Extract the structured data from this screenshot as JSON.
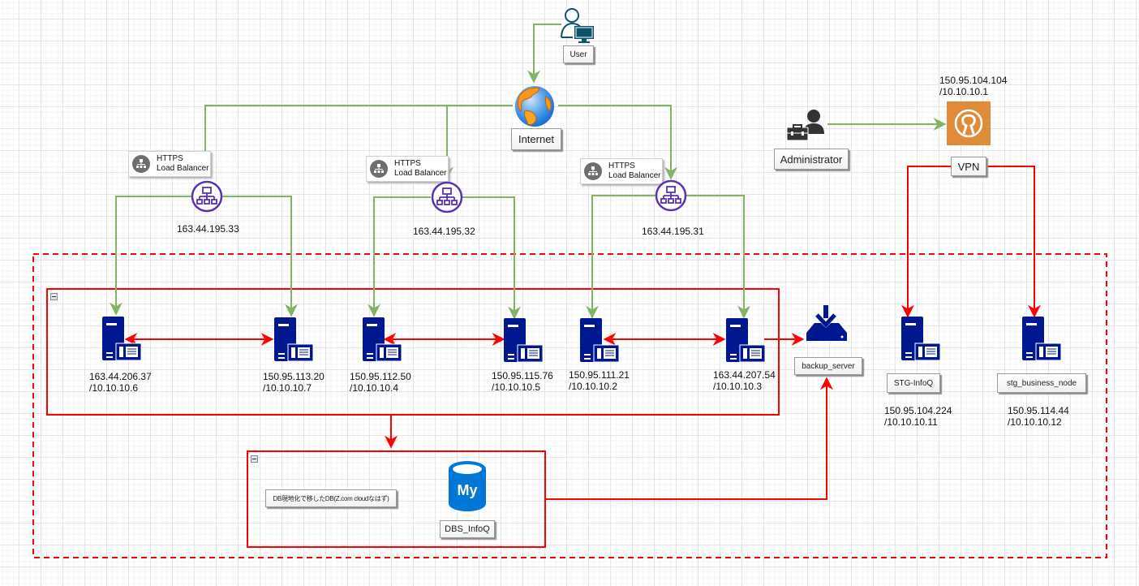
{
  "diagram": {
    "colors": {
      "internet_link": "#82b366",
      "network_link": "#ff0000",
      "server_blue": "#00188f",
      "lb_purple": "#5a30b5",
      "vpn_orange": "#e08b3a",
      "mysql_blue": "#0078d7",
      "user_teal": "#10516e"
    },
    "nodes": {
      "user": {
        "label": "User",
        "icon": "user-computer-icon"
      },
      "internet": {
        "label": "Internet",
        "icon": "globe-icon"
      },
      "administrator": {
        "label": "Administrator",
        "icon": "admin-toolbox-icon"
      },
      "vpn": {
        "label": "VPN",
        "icon": "openvpn-icon",
        "ip_public": "150.95.104.104",
        "ip_private": "/10.10.10.1"
      },
      "load_balancers": [
        {
          "badge_line1": "HTTPS",
          "badge_line2": "Load Balancer",
          "ip": "163.44.195.33",
          "icon": "load-balancer-icon"
        },
        {
          "badge_line1": "HTTPS",
          "badge_line2": "Load Balancer",
          "ip": "163.44.195.32",
          "icon": "load-balancer-icon"
        },
        {
          "badge_line1": "HTTPS",
          "badge_line2": "Load Balancer",
          "ip": "163.44.195.31",
          "icon": "load-balancer-icon"
        }
      ],
      "web_servers": [
        {
          "ip_public": "163.44.206.37",
          "ip_private": "/10.10.10.6"
        },
        {
          "ip_public": "150.95.113.20",
          "ip_private": "/10.10.10.7"
        },
        {
          "ip_public": "150.95.112.50",
          "ip_private": "/10.10.10.4"
        },
        {
          "ip_public": "150.95.115.76",
          "ip_private": "/10.10.10.5"
        },
        {
          "ip_public": "150.95.111.21",
          "ip_private": "/10.10.10.2"
        },
        {
          "ip_public": "163.44.207.54",
          "ip_private": "/10.10.10.3"
        }
      ],
      "backup_server": {
        "label": "backup_server",
        "icon": "download-tray-icon"
      },
      "stg_infoq": {
        "label": "STG-InfoQ",
        "ip_public": "150.95.104.224",
        "ip_private": "/10.10.10.11"
      },
      "stg_business_node": {
        "label": "stg_business_node",
        "ip_public": "150.95.114.44",
        "ip_private": "/10.10.10.12"
      },
      "database": {
        "label": "DBS_InfoQ",
        "icon": "mysql-icon",
        "icon_text": "My",
        "note": "DB現地化で移したDB(Z.com cloudなはず)"
      }
    }
  }
}
